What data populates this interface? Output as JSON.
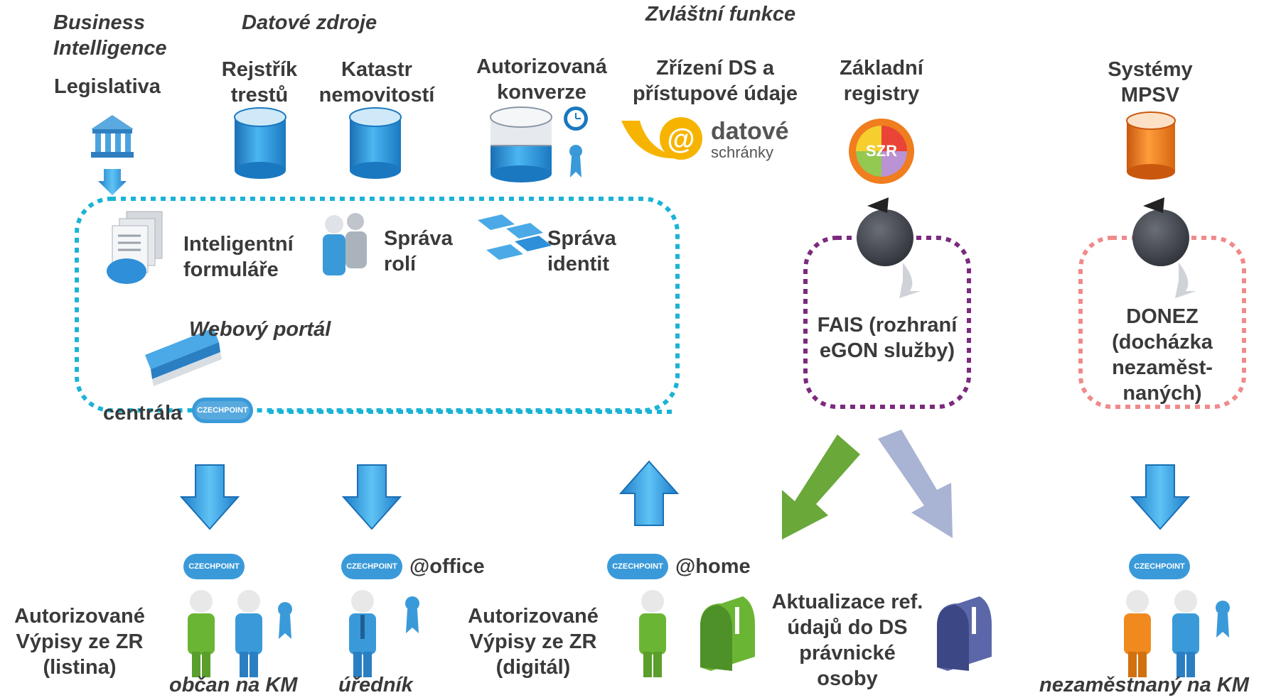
{
  "headers": {
    "bi": "Business Intelligence",
    "datove_zdroje": "Datové zdroje",
    "zvlastni_funkce": "Zvláštní funkce"
  },
  "sources": {
    "legislativa": "Legislativa",
    "rejstrik": "Rejstřík trestů",
    "katastr": "Katastr nemovitostí",
    "autorizovana_konverze": "Autorizovaná konverze",
    "zrizeni_ds": "Zřízení DS a přístupové údaje",
    "zakladni_registry": "Základní registry",
    "systemy_mpsv": "Systémy MPSV"
  },
  "logos": {
    "datove_main": "datové",
    "datove_sub": "schránky",
    "szr": "SZR",
    "czechpoint_a": "CZECH",
    "czechpoint_b": "POINT"
  },
  "portal": {
    "inteligentni_formulare": "Inteligentní formuláře",
    "sprava_roli": "Správa rolí",
    "sprava_identit": "Správa identit",
    "webovy_portal": "Webový portál",
    "centrala": "centrála"
  },
  "fais": "FAIS (rozhraní eGON služby)",
  "donez": "DONEZ (docházka nezaměst- naných)",
  "bottom": {
    "office": "@office",
    "home": "@home",
    "vypisy_listina": "Autorizované Výpisy ze ZR (listina)",
    "vypisy_digital": "Autorizované Výpisy ze ZR (digitál)",
    "aktualizace": "Aktualizace ref. údajů do DS právnické osoby",
    "obcan": "občan na KM",
    "urednik": "úředník",
    "nezamestnany": "nezaměstnaný na KM"
  },
  "colors": {
    "portal_border": "#1ab3d6",
    "fais_border": "#7b2a7e",
    "donez_border": "#f08a8a",
    "arrow_blue": "#2f8fd8",
    "arrow_green": "#6aa83a",
    "arrow_lavender": "#a9b3d3",
    "person_green": "#6bb534",
    "person_blue": "#3a9ad9",
    "person_orange": "#f08a1f",
    "db_blue": "#1e8fd6",
    "db_orange": "#f07d1e"
  }
}
